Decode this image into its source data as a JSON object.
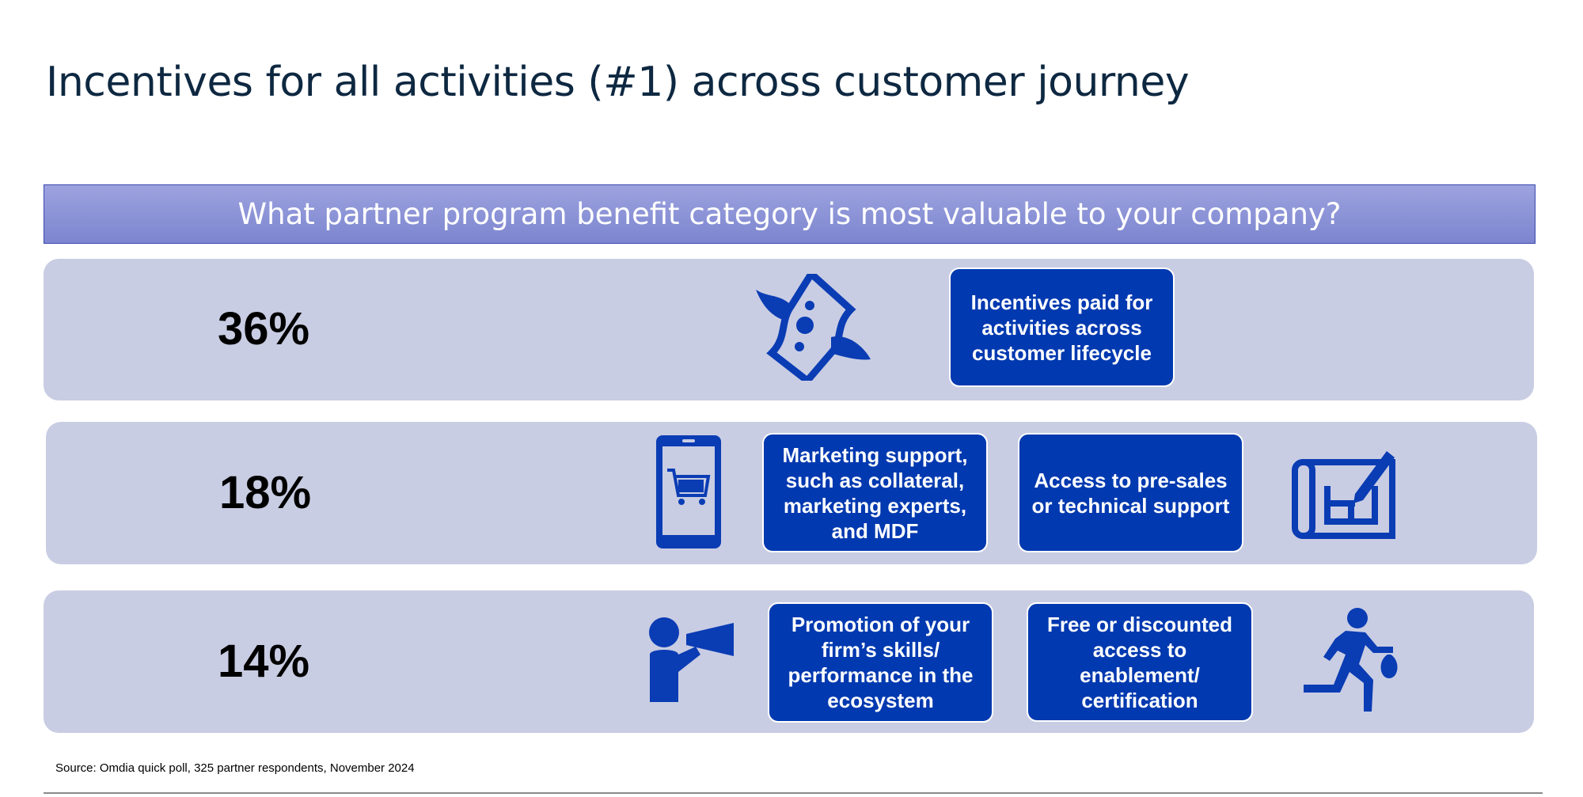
{
  "title": "Incentives for all activities (#1) across customer journey",
  "question": "What partner program benefit category is most valuable to your company?",
  "rows": [
    {
      "percent": "36%",
      "benefits": [
        "Incentives paid for activities across customer lifecycle"
      ],
      "icons": [
        "flying-money-icon"
      ]
    },
    {
      "percent": "18%",
      "benefits": [
        "Marketing support, such as collateral, marketing experts, and MDF",
        "Access to pre-sales or technical support"
      ],
      "icons": [
        "mobile-shopping-cart-icon",
        "blueprint-pencil-icon"
      ]
    },
    {
      "percent": "14%",
      "benefits": [
        "Promotion of your firm’s skills/ performance in the ecosystem",
        "Free or discounted access to enablement/ certification"
      ],
      "icons": [
        "person-megaphone-icon",
        "running-man-money-bag-icon"
      ]
    }
  ],
  "source": "Source: Omdia quick poll, 325 partner respondents, November 2024",
  "colors": {
    "accent": "#0039b0",
    "row_bg": "#c9cde3",
    "title": "#0e2841"
  }
}
